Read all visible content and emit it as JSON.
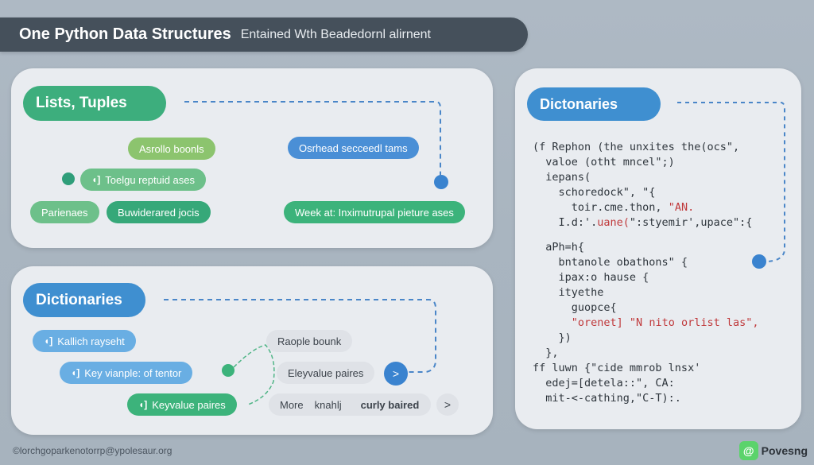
{
  "header": {
    "title": "One Python Data Structures",
    "subtitle": "Entained Wth Beadedornl alirnent"
  },
  "lists_panel": {
    "heading": "Lists, Tuples",
    "chips": [
      {
        "label": "Asrollo boonls",
        "icon": ""
      },
      {
        "label": "Toelgu reptuid ases",
        "icon": "tag-icon"
      },
      {
        "label": "Parienaes",
        "icon": ""
      },
      {
        "label": "Buwiderared jocis",
        "icon": ""
      },
      {
        "label": "Osrhead secceedl tams",
        "icon": ""
      },
      {
        "label": "Week at: Inximutrupal pieture ases",
        "icon": ""
      }
    ]
  },
  "dicts_panel": {
    "heading": "Dictionaries",
    "chips": [
      {
        "label": "Kallich rayseht",
        "icon": "tag-icon"
      },
      {
        "label": "Key vianple: of tentor",
        "icon": "tag-icon"
      },
      {
        "label": "Keyvalue paires",
        "icon": "tag-icon"
      },
      {
        "label": "Raople bounk",
        "icon": ""
      },
      {
        "label": "Eleyvalue paires",
        "icon": ""
      },
      {
        "label": "More",
        "icon": ""
      },
      {
        "label": "knahlj",
        "icon": ""
      },
      {
        "label": "curly baired",
        "icon": ""
      }
    ],
    "arrow_next": ">",
    "arrow_more": ">"
  },
  "code_panel": {
    "heading": "Dictonaries",
    "block1": [
      {
        "text": "(f Rephon (the unxites the(ocs\",",
        "indent": 0,
        "red": ""
      },
      {
        "text": "valoe (otht mncel\";)",
        "indent": 1,
        "red": ""
      },
      {
        "text": "iepans(",
        "indent": 1,
        "red": ""
      },
      {
        "text": "schoredock\", \"{",
        "indent": 2,
        "red": ""
      },
      {
        "text": "toir.cme.thon, ",
        "indent": 3,
        "red": "\"AN."
      },
      {
        "text": "I.d:'.",
        "indent": 2,
        "red": "uane(",
        "tail": "\":styemir',upace\":{"
      }
    ],
    "block2": [
      {
        "text": "aPh=h{",
        "indent": 1,
        "red": ""
      },
      {
        "text": "bntanole obathons\" {",
        "indent": 2,
        "red": ""
      },
      {
        "text": "ipax:o hause {",
        "indent": 2,
        "red": ""
      },
      {
        "text": "ityethe",
        "indent": 2,
        "red": ""
      },
      {
        "text": "guopce{",
        "indent": 3,
        "red": ""
      },
      {
        "text": "",
        "indent": 3,
        "red": "\"orenet] \"N nito orlist las\","
      },
      {
        "text": "})",
        "indent": 2,
        "red": ""
      },
      {
        "text": "},",
        "indent": 1,
        "red": ""
      }
    ],
    "block3": [
      {
        "text": "ff luwn {\"cide mmrob lnsx'",
        "indent": 0,
        "red": ""
      },
      {
        "text": "edej=[detela::\", CA:",
        "indent": 1,
        "red": ""
      },
      {
        "text": "mit-<-cathing,\"C-T):.",
        "indent": 1,
        "red": ""
      }
    ]
  },
  "footer": {
    "email": "©lorchgoparkenotorrp@ypolesaur.org",
    "brand_icon": "@",
    "brand_name": "Povesng"
  },
  "colors": {
    "green": "#3dae7d",
    "blue": "#3f8fd0",
    "header_bg": "#45505b",
    "code_red": "#c0393b"
  }
}
